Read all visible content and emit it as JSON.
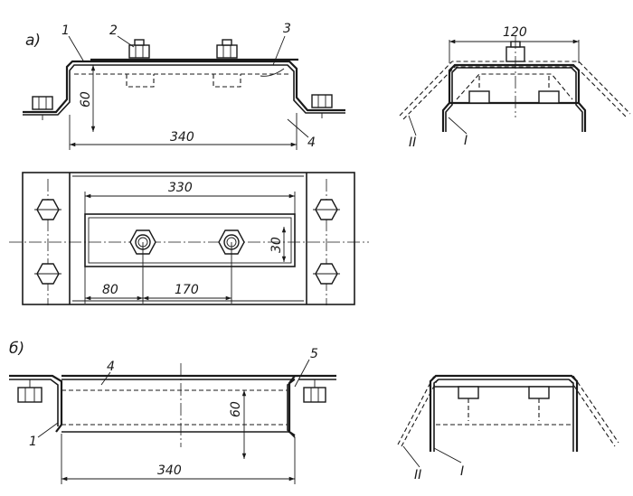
{
  "figure_a": {
    "label": "а)",
    "callouts": {
      "c1": "1",
      "c2": "2",
      "c3": "3",
      "c4": "4"
    },
    "dims": {
      "height_60": "60",
      "length_340": "340",
      "width_120": "120",
      "length_330": "330",
      "width_30": "30",
      "offset_80": "80",
      "spacing_170": "170"
    },
    "positions": {
      "pos1": "I",
      "pos2": "II"
    }
  },
  "figure_b": {
    "label": "б)",
    "callouts": {
      "c1": "1",
      "c4": "4",
      "c5": "5"
    },
    "dims": {
      "height_60": "60",
      "length_340": "340"
    },
    "positions": {
      "pos1": "I",
      "pos2": "II"
    }
  }
}
